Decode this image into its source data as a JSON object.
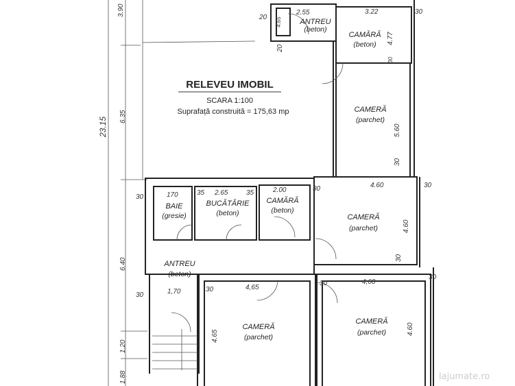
{
  "title": "RELEVEU IMOBIL",
  "scale": "SCARA 1:100",
  "area": "Suprafață construită = 175,63 mp",
  "watermark": "lajumate.ro",
  "rooms": [
    {
      "name": "ANTREU",
      "floor": "(beton)"
    },
    {
      "name": "CAMĂRĂ",
      "floor": "(beton)"
    },
    {
      "name": "CAMERĂ",
      "floor": "(parchet)"
    },
    {
      "name": "BAIE",
      "floor": "(gresie)"
    },
    {
      "name": "BUCĂTĂRIE",
      "floor": "(beton)"
    },
    {
      "name": "CAMĂRĂ",
      "floor": "(beton)"
    },
    {
      "name": "CAMERĂ",
      "floor": "(parchet)"
    },
    {
      "name": "ANTREU",
      "floor": "(beton)"
    },
    {
      "name": "CAMERĂ",
      "floor": "(parchet)"
    },
    {
      "name": "CAMERĂ",
      "floor": "(parchet)"
    }
  ],
  "dimensions": {
    "left": [
      "3.90",
      "6.35",
      "23.15",
      "6.40",
      "1.20",
      "1.88"
    ],
    "top": [
      "2.55",
      "3.22",
      "4.65",
      "20",
      "20",
      "30",
      "4.77",
      "5.60",
      "30",
      "30"
    ],
    "middle": [
      "30",
      "170",
      "35",
      "2.65",
      "35",
      "2.00",
      "30",
      "4.60",
      "30",
      "4.60",
      "30"
    ],
    "lower": [
      "30",
      "1,70",
      "30",
      "4,65",
      "30",
      "4,60",
      "30",
      "4.65",
      "4.60"
    ]
  }
}
